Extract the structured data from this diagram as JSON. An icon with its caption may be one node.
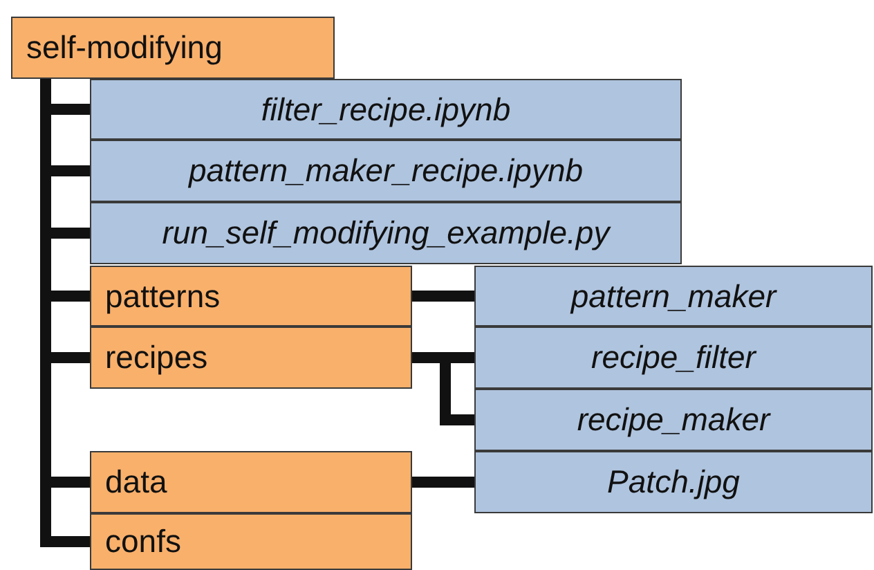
{
  "diagram": {
    "nodes": [
      {
        "text": [
          "self-modifying"
        ]
      },
      {
        "text": [
          "filter_recipe.ipynb"
        ]
      },
      {
        "text": [
          "pattern_maker_recipe.ipynb"
        ]
      },
      {
        "text": [
          "run_self_modifying_example.py"
        ]
      },
      {
        "text": [
          "patterns"
        ]
      },
      {
        "text": [
          "pattern_maker"
        ]
      },
      {
        "text": [
          "recipes"
        ]
      },
      {
        "text": [
          "recipe_filter"
        ]
      },
      {
        "text": [
          "recipe_maker"
        ]
      },
      {
        "text": [
          "data"
        ]
      },
      {
        "text": [
          "Patch.jpg"
        ]
      },
      {
        "text": [
          "confs"
        ]
      }
    ],
    "edges": [
      {
        "from": 0,
        "to": 1,
        "arrow": "none"
      },
      {
        "from": 0,
        "to": 2,
        "arrow": "none"
      },
      {
        "from": 0,
        "to": 3,
        "arrow": "none"
      },
      {
        "from": 0,
        "to": 4,
        "arrow": "none"
      },
      {
        "from": 0,
        "to": 6,
        "arrow": "none"
      },
      {
        "from": 0,
        "to": 9,
        "arrow": "none"
      },
      {
        "from": 0,
        "to": 11,
        "arrow": "none"
      },
      {
        "from": 4,
        "to": 5,
        "arrow": "none"
      },
      {
        "from": 6,
        "to": 7,
        "arrow": "none"
      },
      {
        "from": 6,
        "to": 8,
        "arrow": "none"
      },
      {
        "from": 9,
        "to": 10,
        "arrow": "none"
      }
    ]
  }
}
